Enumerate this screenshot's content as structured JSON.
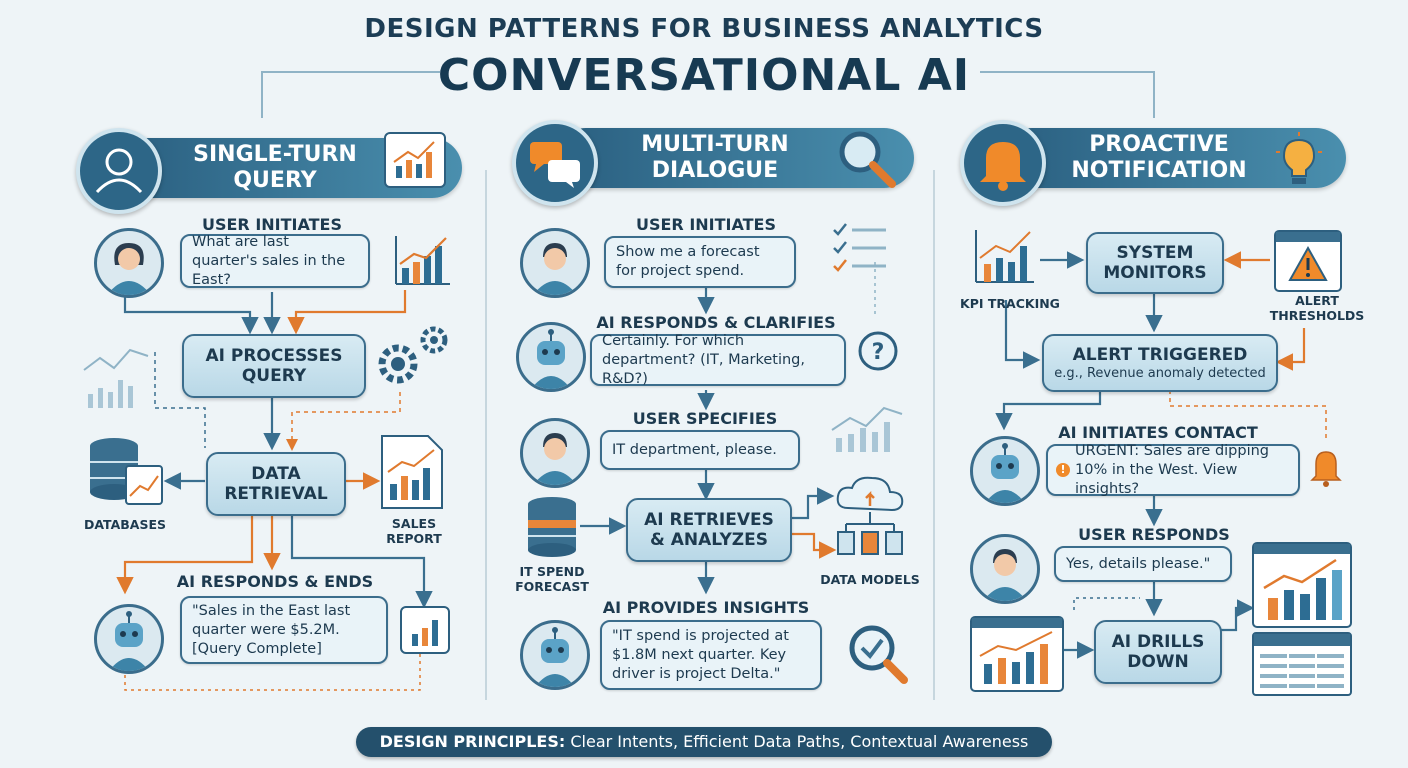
{
  "header": {
    "title_top": "DESIGN PATTERNS FOR BUSINESS ANALYTICS",
    "title_main": "CONVERSATIONAL AI"
  },
  "columns": [
    {
      "banner": [
        "SINGLE-TURN",
        "QUERY"
      ],
      "steps": {
        "user_initiates": "USER INITIATES",
        "user_bubble": "What are last quarter's sales in the East?",
        "processes": [
          "AI PROCESSES",
          "QUERY"
        ],
        "retrieval": [
          "DATA",
          "RETRIEVAL"
        ],
        "databases": "DATABASES",
        "sales_report": [
          "SALES",
          "REPORT"
        ],
        "responds_ends": "AI RESPONDS & ENDS",
        "ai_bubble": "\"Sales in the East last quarter were $5.2M. [Query Complete]"
      }
    },
    {
      "banner": [
        "MULTI-TURN",
        "DIALOGUE"
      ],
      "steps": {
        "user_initiates": "USER INITIATES",
        "user_bubble": "Show me a forecast for project spend.",
        "clarifies": "AI RESPONDS & CLARIFIES",
        "ai_bubble": "Certainly. For which department? (IT, Marketing, R&D?)",
        "user_specifies": "USER SPECIFIES",
        "user_bubble2": "IT department, please.",
        "retrieves": [
          "AI RETRIEVES",
          "& ANALYZES"
        ],
        "it_forecast": [
          "IT SPEND",
          "FORECAST"
        ],
        "data_models": "DATA MODELS",
        "insights": "AI PROVIDES INSIGHTS",
        "ai_bubble2": "\"IT spend is projected at $1.8M next quarter. Key driver is project Delta.\""
      }
    },
    {
      "banner": [
        "PROACTIVE",
        "NOTIFICATION"
      ],
      "steps": {
        "monitors": [
          "SYSTEM",
          "MONITORS"
        ],
        "kpi": "KPI TRACKING",
        "thresholds": [
          "ALERT",
          "THRESHOLDS"
        ],
        "alert": "ALERT TRIGGERED",
        "alert_sub": "e.g., Revenue anomaly detected",
        "initiates": "AI INITIATES CONTACT",
        "ai_bubble": "URGENT: Sales are dipping 10% in the West. View insights?",
        "user_responds": "USER RESPONDS",
        "user_bubble": "Yes, details please.\"",
        "drills": [
          "AI DRILLS",
          "DOWN"
        ]
      }
    }
  ],
  "footer": {
    "bold": "DESIGN PRINCIPLES:",
    "text": " Clear Intents, Efficient Data Paths, Contextual Awareness"
  },
  "colors": {
    "dark_blue": "#2a5f80",
    "arrow_blue": "#3a6f8f",
    "arrow_orange": "#e07a2e",
    "chart_orange": "#e8863a",
    "alert_orange": "#f08a2a"
  }
}
